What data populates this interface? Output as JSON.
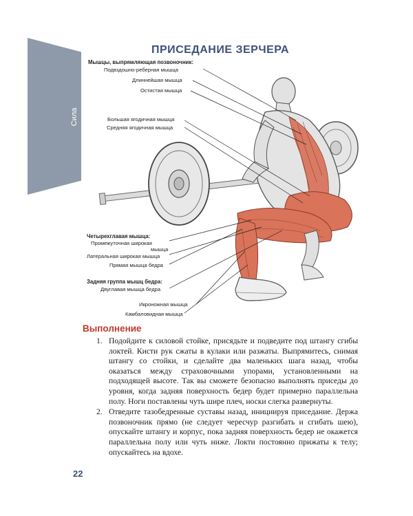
{
  "side_tab": {
    "label": "Сила"
  },
  "title": "ПРИСЕДАНИЕ ЗЕРЧЕРА",
  "labels": {
    "spine_group": "Мышцы, выпрямляющая позвоночник:",
    "iliocostalis": "Подвздошно-реберная мышца",
    "longissimus": "Длиннейшая мышца",
    "spinalis": "Остистая мышца",
    "gluteus_maximus": "Большая ягодичная мышца",
    "gluteus_medius": "Средняя ягодичная мышца",
    "quad_group": "Четырехглавая мышца:",
    "vastus_intermedius_1": "Промежуточная широкая",
    "vastus_intermedius_2": "мышца",
    "vastus_lateralis": "Латеральная широкая мышца",
    "rectus_femoris": "Прямая мышца бедра",
    "hamstrings_group": "Задняя группа мышц бедра:",
    "biceps_femoris": "Двуглавая мышца бедра",
    "peroneus": "Икроножная мышца",
    "soleus": "Камбаловидная мышца"
  },
  "section": {
    "heading": "Выполнение"
  },
  "steps": [
    {
      "number": "1.",
      "text": "Подойдите к силовой стойке, присядьте и подведите под штангу сгибы локтей. Кисти рук сжаты в кулаки или разжаты. Выпрямитесь, снимая штангу со стойки, и сделайте два маленьких шага назад, чтобы оказаться между страховочными упорами, установленными на подходящей высоте. Так вы сможете безопасно выполнять приседы до уровня, когда задняя поверхность бедер будет примерно параллельна полу. Ноги поставлены чуть шире плеч, носки слегка развернуты."
    },
    {
      "number": "2.",
      "text": "Отведите тазобедренные суставы назад, инициируя приседание. Держа позвоночник прямо (не следует чересчур разгибать и сгибать шею), опускайте штангу и корпус, пока задняя поверхность бедер не окажется параллельна полу или чуть ниже. Локти постоянно прижаты к телу; опускайтесь на вдохе."
    }
  ],
  "page_number": "22",
  "colors": {
    "title": "#3d5178",
    "heading": "#c0392b",
    "tab": "#8e9aa9",
    "muscle": "#d9735a",
    "skin": "#e4e4e4"
  }
}
